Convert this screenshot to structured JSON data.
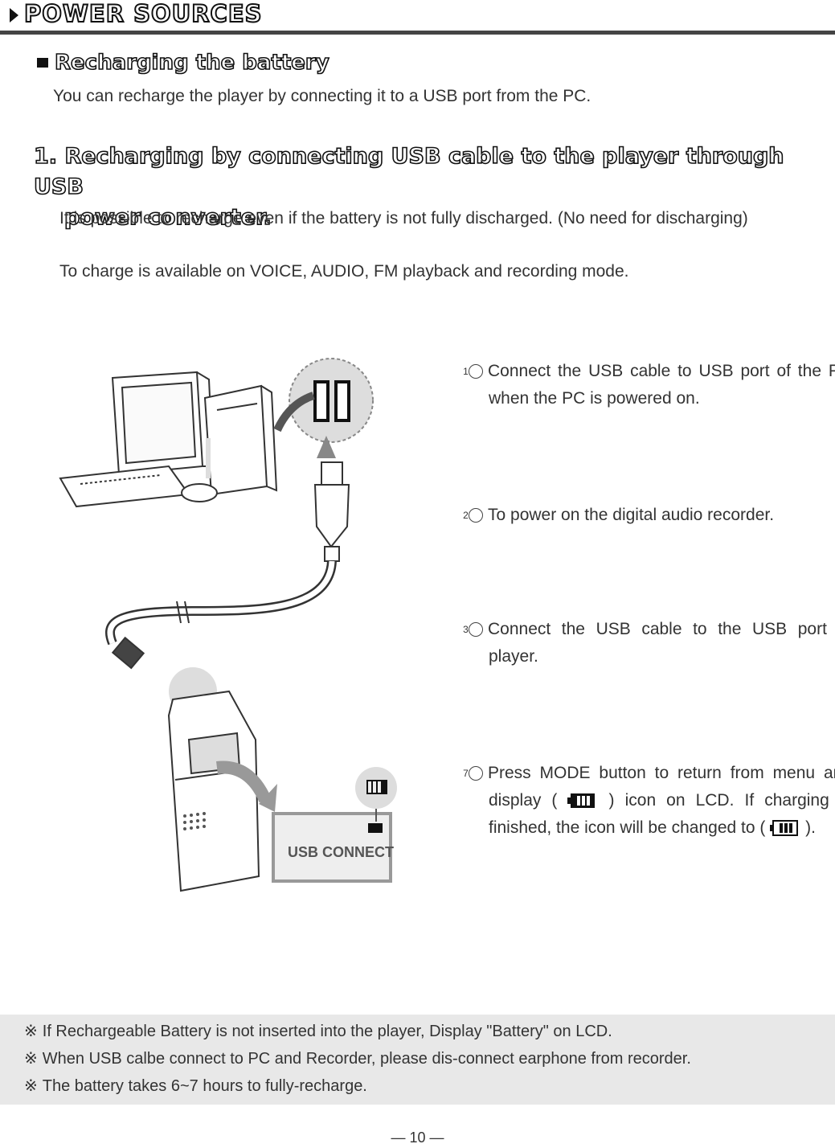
{
  "header": {
    "title": "POWER SOURCES"
  },
  "section": {
    "title": "Recharging the battery"
  },
  "intro": "You can recharge the player by connecting it to a USB port from the PC.",
  "step_heading": {
    "line1": "1. Recharging by connecting USB cable to the player through USB",
    "line2": "power converter."
  },
  "paragraphs": [
    "It is possible to recharge even if the battery is not fully discharged. (No need for discharging)",
    "To charge is available on VOICE, AUDIO,  FM playback and recording mode."
  ],
  "steps": [
    {
      "num": "1",
      "text": "Connect the USB cable to USB port of the PC when the PC is powered on."
    },
    {
      "num": "2",
      "text": "To power on the digital audio recorder."
    },
    {
      "num": "3",
      "text": "Connect the USB cable to the USB port of player."
    },
    {
      "num": "7",
      "text_a": "Press MODE button to return from menu and display (",
      "text_b": ") icon on LCD.",
      "text_c": "If charging is finished, the icon will be changed to (",
      "text_d": ")."
    }
  ],
  "illustration": {
    "lcd_text": "USB CONNECT",
    "icons": [
      "computer-icon",
      "usb-plug-icon",
      "usb-port-icon",
      "recorder-icon",
      "battery-icon"
    ]
  },
  "notes": [
    {
      "mark": "※",
      "text": "If Rechargeable Battery is not inserted into the player, Display \"Battery\" on LCD."
    },
    {
      "mark": "※",
      "text": "When USB calbe connect to PC and Recorder, please dis-connect earphone from recorder."
    },
    {
      "mark": "※",
      "text": "The battery takes 6~7 hours to fully-recharge."
    }
  ],
  "footer": {
    "page": "— 10 —"
  }
}
